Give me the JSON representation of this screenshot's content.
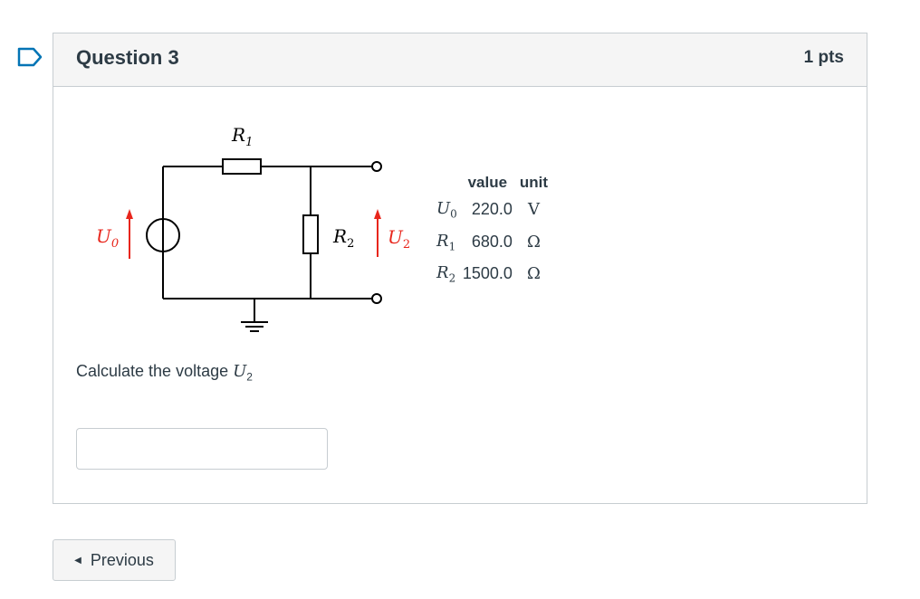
{
  "question": {
    "title": "Question 3",
    "points": "1 pts"
  },
  "circuit": {
    "labels": {
      "r1": "R",
      "r1_sub": "1",
      "r2": "R",
      "r2_sub": "2",
      "u0": "U",
      "u0_sub": "0",
      "u2": "U",
      "u2_sub": "2"
    },
    "arrow_color": "#e8261c"
  },
  "values_table": {
    "headers": [
      "value",
      "unit"
    ],
    "rows": [
      {
        "symbol": "U",
        "sub": "0",
        "value": "220.0",
        "unit": "V"
      },
      {
        "symbol": "R",
        "sub": "1",
        "value": "680.0",
        "unit": "Ω"
      },
      {
        "symbol": "R",
        "sub": "2",
        "value": "1500.0",
        "unit": "Ω"
      }
    ]
  },
  "prompt": {
    "text": "Calculate the voltage ",
    "var": "U",
    "var_sub": "2"
  },
  "answer": {
    "value": "",
    "placeholder": ""
  },
  "navigation": {
    "previous_label": "Previous"
  }
}
